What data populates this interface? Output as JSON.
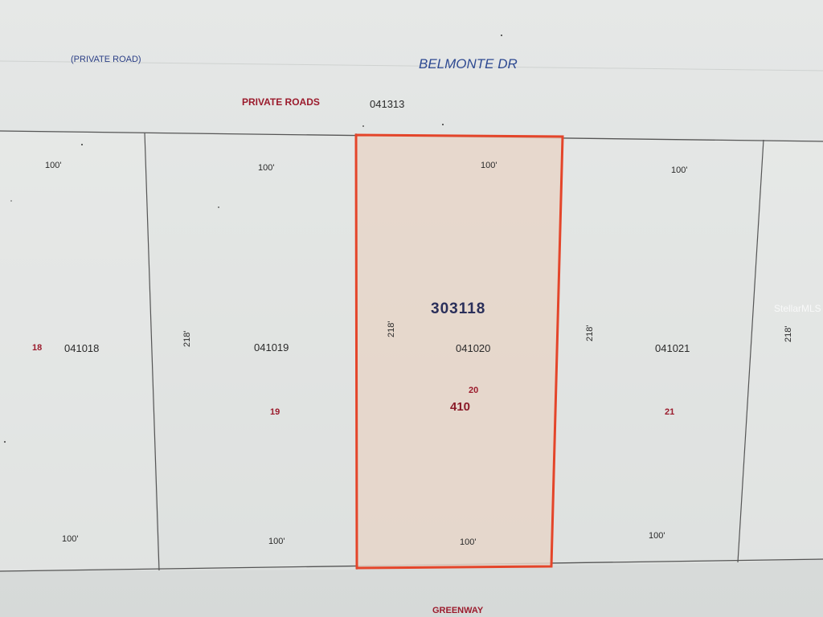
{
  "roads": {
    "private_road_label": "(PRIVATE ROAD)",
    "main_road": "BELMONTE DR",
    "private_roads_label": "PRIVATE ROADS",
    "private_roads_code": "041313",
    "south_road": "GREENWAY"
  },
  "parcels": [
    {
      "lot": "18",
      "code": "041018",
      "front": "100'",
      "rear": "100'"
    },
    {
      "lot": "19",
      "code": "041019",
      "front": "100'",
      "rear": "100'",
      "side": "218'"
    },
    {
      "lot": "20",
      "code": "041020",
      "front": "100'",
      "rear": "100'",
      "side": "218'",
      "block": "303118",
      "address": "410",
      "highlighted": true
    },
    {
      "lot": "21",
      "code": "041021",
      "front": "100'",
      "rear": "100'",
      "side": "218'"
    },
    {
      "side": "218'"
    }
  ],
  "watermark": "StellarMLS",
  "colors": {
    "highlight_fill": "#e8d6c9",
    "highlight_stroke": "#e4452a",
    "lot_number": "#9b1b2c",
    "road_blue": "#2e4a92"
  }
}
